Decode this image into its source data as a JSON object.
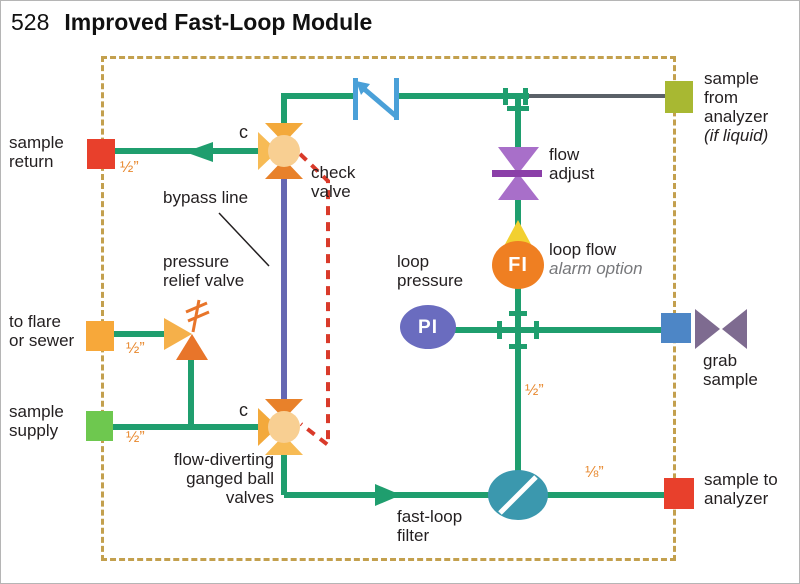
{
  "title": {
    "number": "528",
    "text": "Improved Fast-Loop Module"
  },
  "colors": {
    "green": "#1f9e6e",
    "gray_line": "#5b6168",
    "purple_line": "#6567b2",
    "red_dash": "#d93a2a",
    "border_tan": "#c3a04e",
    "orange_text": "#e8892f",
    "port_red": "#e8402c",
    "port_orange": "#f7a83a",
    "port_green": "#6ec84f",
    "port_olive": "#a8b832",
    "port_blue": "#4d86c6",
    "valve_light": "#f7bb55",
    "valve_mid": "#f3a93b",
    "valve_dark": "#e8812a",
    "valve_ball": "#f8cf92",
    "relief_in": "#f5b04a",
    "relief_out": "#e8752a",
    "check_blue": "#4aa0d8",
    "adjust_purple": "#a86fc9",
    "adjust_bar": "#8b3fa8",
    "fi_orange": "#ef7f22",
    "fi_flag": "#f2d030",
    "pi_indigo": "#6a6cbf",
    "filter_teal": "#3b98ae",
    "grab_purple": "#7e6b90",
    "text_black": "#231f20",
    "text_gray": "#77787b"
  },
  "ports": {
    "sample_return": {
      "line1": "sample",
      "line2": "return"
    },
    "to_flare": {
      "line1": "to flare",
      "line2": "or sewer"
    },
    "sample_supply": {
      "line1": "sample",
      "line2": "supply"
    },
    "sample_from_analyzer": {
      "line1": "sample",
      "line2": "from",
      "line3": "analyzer",
      "line4": "(if liquid)"
    },
    "grab_sample": {
      "line1": "grab",
      "line2": "sample"
    },
    "sample_to_analyzer": {
      "line1": "sample to",
      "line2": "analyzer"
    }
  },
  "components": {
    "check_valve": {
      "line1": "check",
      "line2": "valve"
    },
    "flow_adjust": {
      "line1": "flow",
      "line2": "adjust"
    },
    "bypass_line": "bypass line",
    "pressure_relief": {
      "line1": "pressure",
      "line2": "relief valve"
    },
    "flow_diverting": {
      "line1": "flow-diverting",
      "line2": "ganged ball",
      "line3": "valves"
    },
    "fast_loop_filter": {
      "line1": "fast-loop",
      "line2": "filter"
    },
    "loop_pressure": {
      "line1": "loop",
      "line2": "pressure"
    },
    "loop_flow": {
      "label": "loop flow",
      "note": "alarm option"
    }
  },
  "instruments": {
    "flow_indicator": "FI",
    "pressure_indicator": "PI"
  },
  "tags": {
    "valve_c": "c"
  },
  "sizes": {
    "half_inch": "½”",
    "eighth_inch": "⅛”"
  }
}
